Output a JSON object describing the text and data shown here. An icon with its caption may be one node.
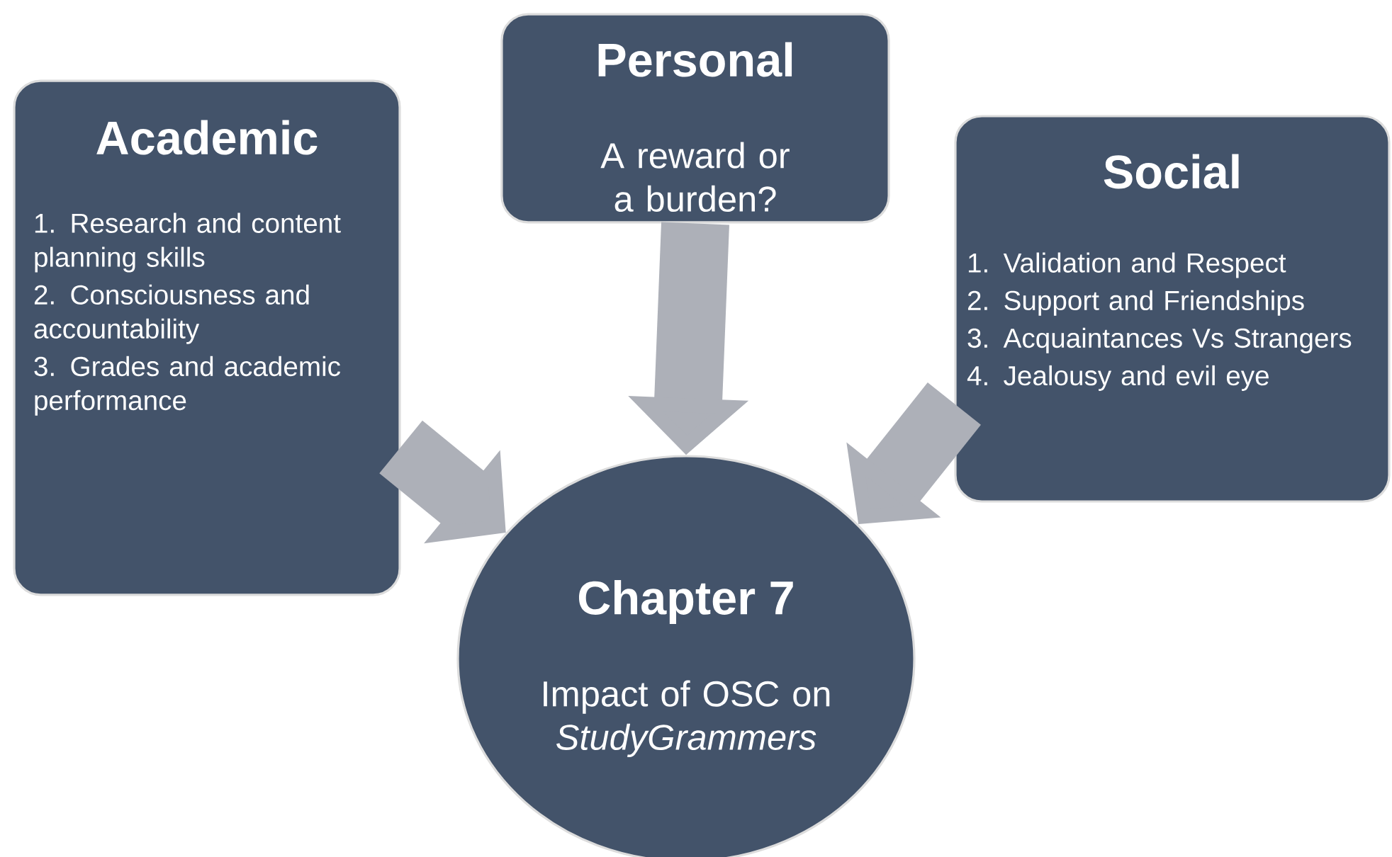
{
  "diagram": {
    "nodes": [
      {
        "text": [
          "Academic",
          "1. Research and content planning skills",
          "2. Consciousness and accountability",
          "3. Grades and academic performance"
        ]
      },
      {
        "text": [
          "Personal",
          "A reward or a burden?"
        ]
      },
      {
        "text": [
          "Social",
          "1. Validation and Respect",
          "2. Support and Friendships",
          "3. Acquaintances Vs Strangers",
          "4. Jealousy and evil eye"
        ]
      },
      {
        "text": [
          "Chapter 7",
          "Impact of OSC on *StudyGrammers*"
        ]
      }
    ],
    "edges": [
      {
        "from": 0,
        "to": 3,
        "arrow": "to"
      },
      {
        "from": 1,
        "to": 3,
        "arrow": "to"
      },
      {
        "from": 2,
        "to": 3,
        "arrow": "to"
      }
    ]
  }
}
